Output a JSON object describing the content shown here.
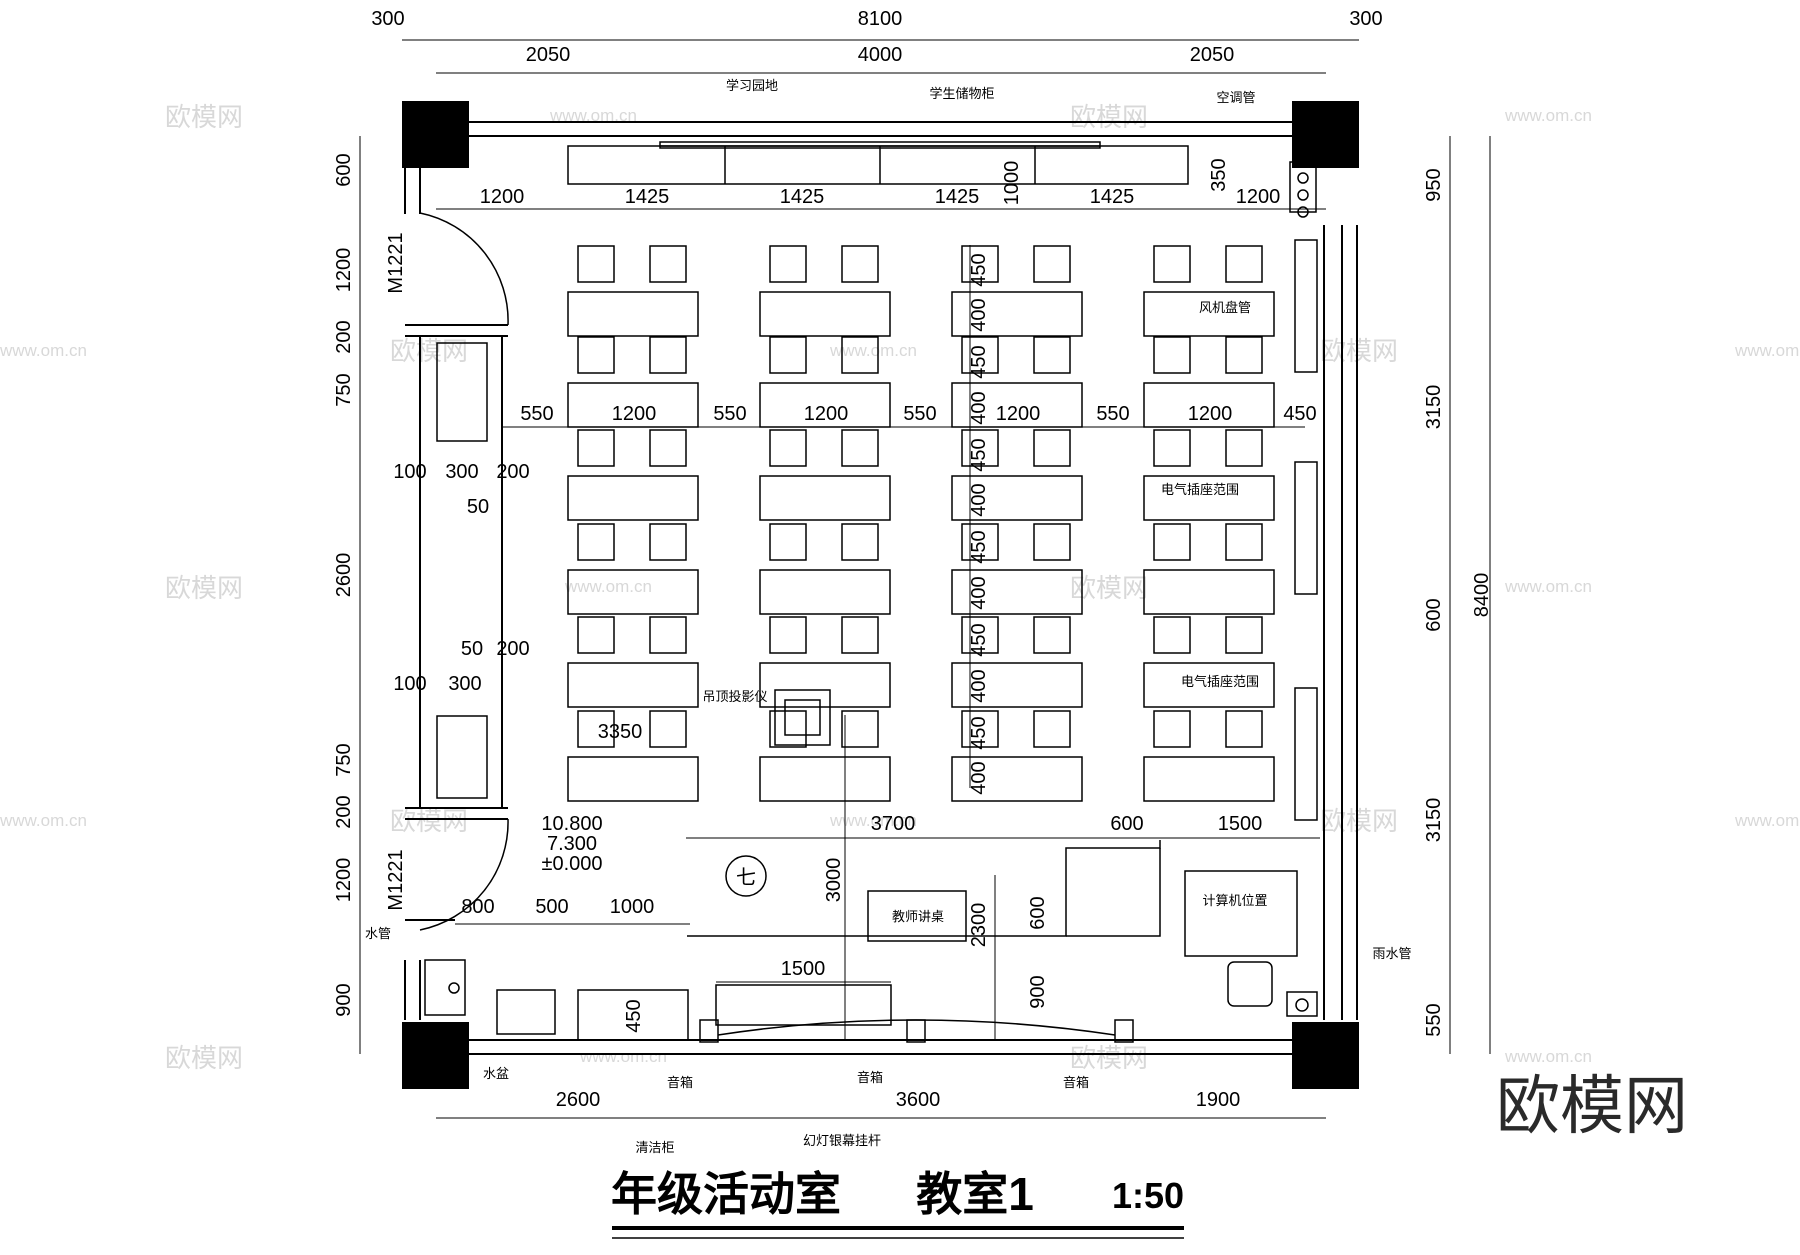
{
  "drawing": {
    "title": "年级活动室",
    "subtitle": "教室1",
    "scale": "1:50"
  },
  "brand": {
    "logo_text": "欧模网",
    "watermark_text": "欧模网",
    "watermark_url": "www.om.cn"
  },
  "dimensions": {
    "top_total": "8100",
    "top_left_col": "300",
    "top_right_col": "300",
    "top_segments": [
      "2050",
      "4000",
      "2050"
    ],
    "row_widths": [
      "1200",
      "1425",
      "1425",
      "1425",
      "1425",
      "1200"
    ],
    "storage_depth": "350",
    "storage_height": "1000",
    "mid_row": [
      "550",
      "1200",
      "550",
      "1200",
      "550",
      "1200",
      "550",
      "1200",
      "450"
    ],
    "seat_column": [
      "450",
      "400",
      "450",
      "400",
      "450",
      "400",
      "450",
      "400",
      "450",
      "400",
      "450",
      "400"
    ],
    "left_total": "2600",
    "left_segments": [
      "600",
      "1200",
      "200",
      "750",
      "750",
      "200",
      "1200",
      "900"
    ],
    "board_upper": [
      "100",
      "300",
      "200"
    ],
    "board_upper_gap": "50",
    "board_lower_top": [
      "50",
      "200"
    ],
    "board_lower": [
      "100",
      "300"
    ],
    "projector_offset": "3350",
    "front_row": [
      "3700",
      "600",
      "1500"
    ],
    "front_depth": "3000",
    "desk_depth": "2300",
    "lectern_dims": [
      "600",
      "900"
    ],
    "sink_row": [
      "800",
      "500",
      "1000"
    ],
    "screen_width": "1500",
    "cabinet_depth": "450",
    "bottom_row": [
      "2600",
      "3600",
      "1900"
    ],
    "right_total": "8400",
    "right_segments": [
      "950",
      "3150",
      "600",
      "3150",
      "550"
    ]
  },
  "elevation": {
    "levels": [
      "10.800",
      "7.300",
      "±0.000"
    ]
  },
  "room": {
    "number": "七"
  },
  "doors": {
    "code": "M1221"
  },
  "labels": {
    "study_garden": "学习园地",
    "student_locker": "学生储物柜",
    "ac_pipe": "空调管",
    "fan_coil": "风机盘管",
    "socket_range": "电气插座范围",
    "projector": "吊顶投影仪",
    "teacher_desk": "教师讲桌",
    "computer": "计算机位置",
    "rain_pipe": "雨水管",
    "water_pipe": "水管",
    "sink": "水盆",
    "speaker": "音箱",
    "screen_rod": "幻灯银幕挂杆",
    "cleaning_cabinet": "清洁柜"
  },
  "colors": {
    "line": "#000000",
    "watermark": "#d8d8d8",
    "column_fill": "#000000"
  }
}
